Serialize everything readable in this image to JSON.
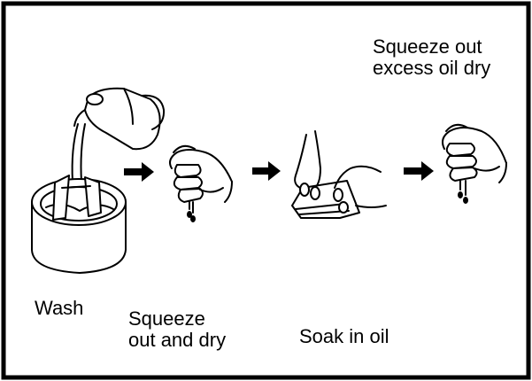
{
  "colors": {
    "line": "#000000",
    "background": "#ffffff"
  },
  "steps": [
    {
      "label_lines": [
        "Wash"
      ],
      "illustration": "bucket-with-pitcher-illustration"
    },
    {
      "label_lines": [
        "Squeeze",
        "out and dry"
      ],
      "illustration": "hand-squeezing-illustration"
    },
    {
      "label_lines": [
        "Soak in oil"
      ],
      "illustration": "hands-on-cloth-illustration"
    },
    {
      "label_lines": [
        "Squeeze out",
        "excess oil dry"
      ],
      "illustration": "hand-squeezing-drips-illustration"
    }
  ],
  "arrows": [
    "right-arrow-icon",
    "right-arrow-icon",
    "right-arrow-icon"
  ]
}
